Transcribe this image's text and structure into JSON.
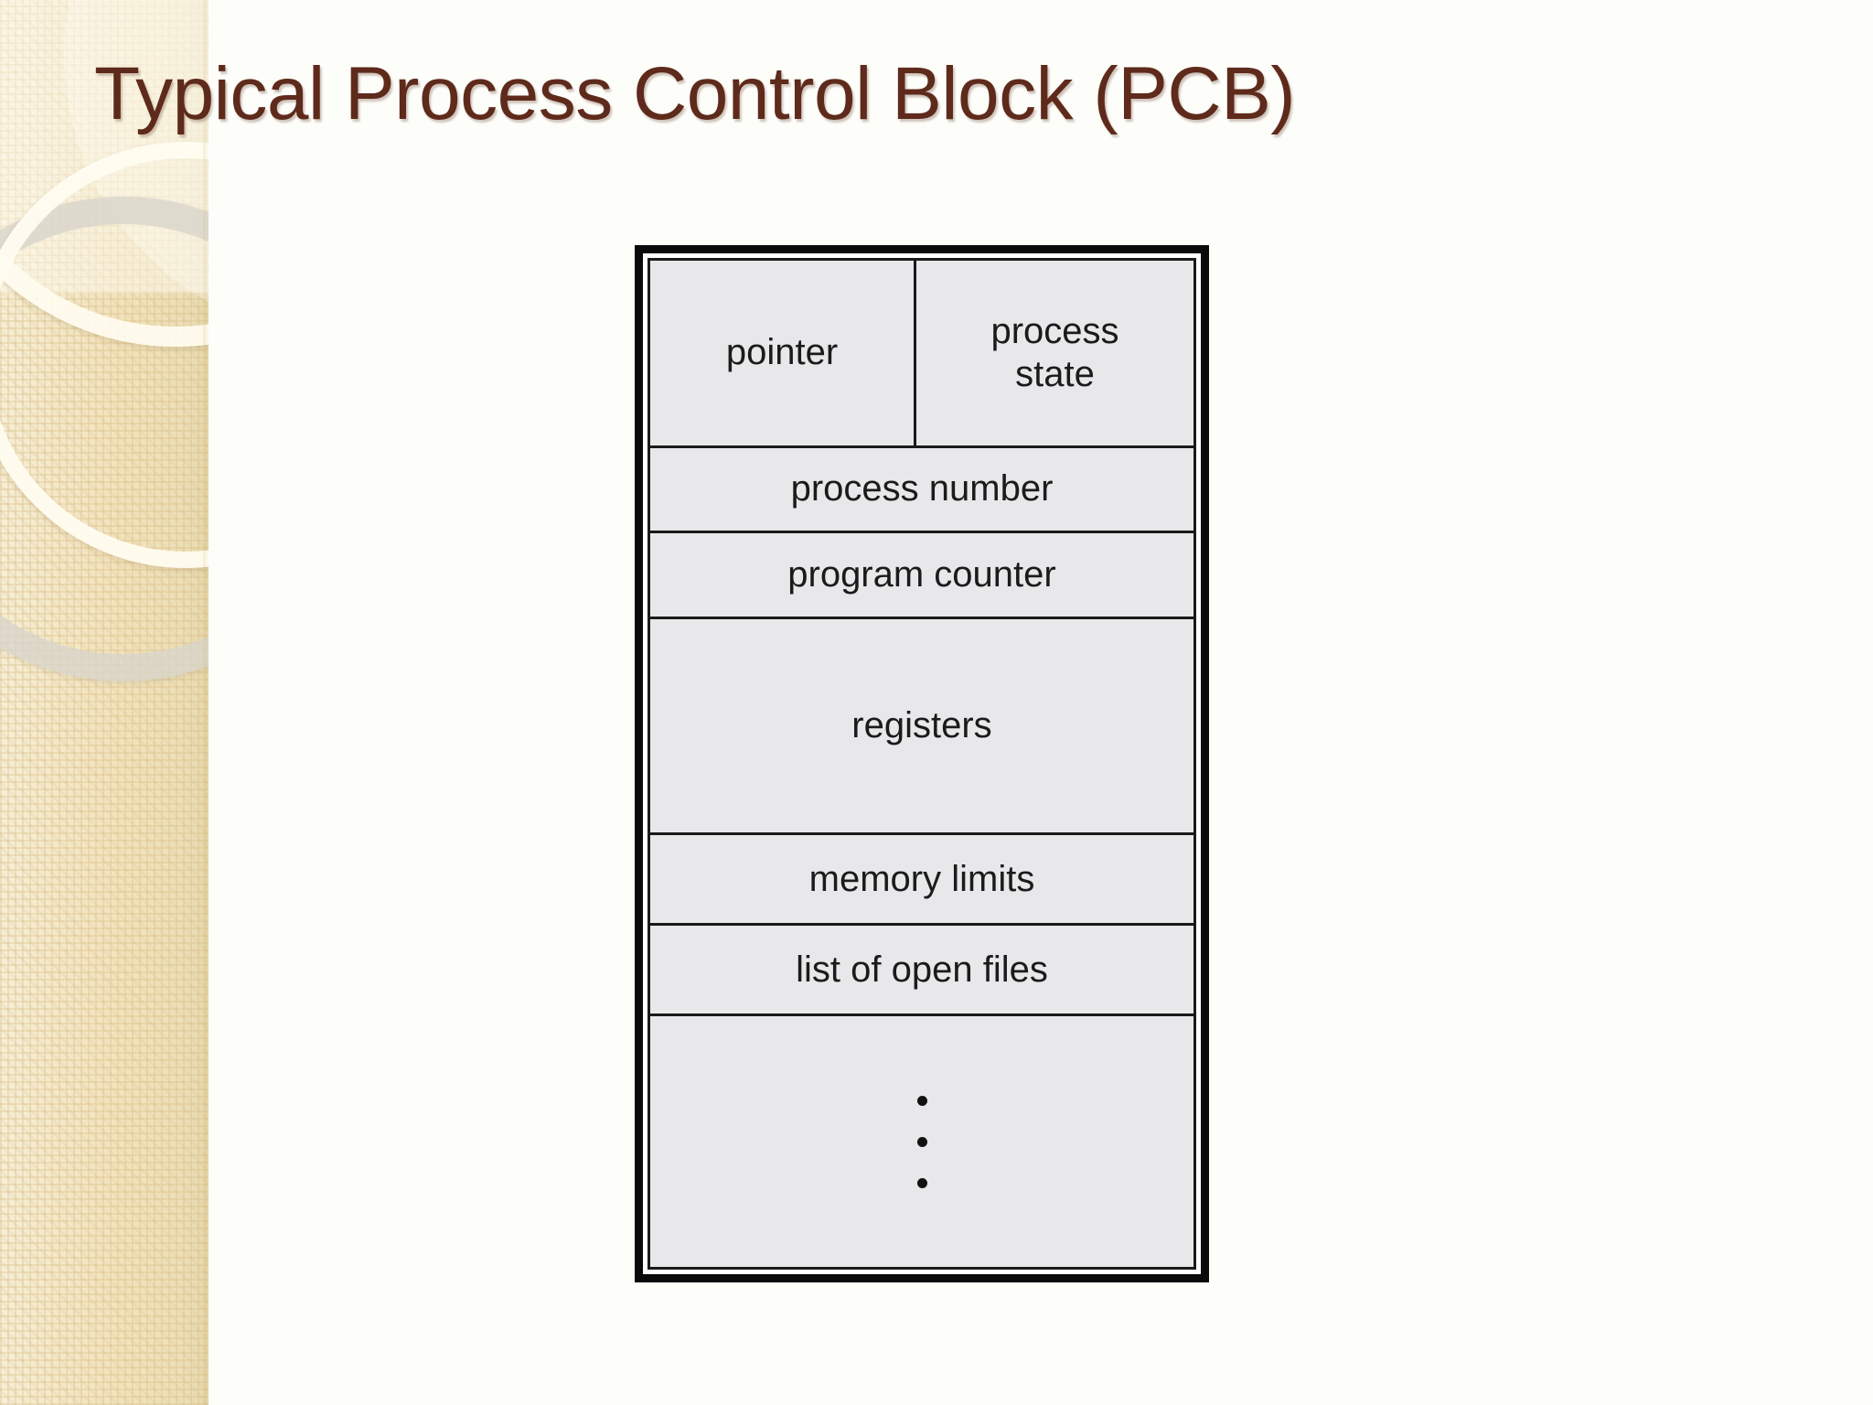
{
  "slide": {
    "title": "Typical Process Control Block (PCB)",
    "title_color": "#5e2a1b",
    "background_color": "#fdfdfa",
    "sidebar_color": "#f1e2bb"
  },
  "diagram": {
    "name": "process-control-block",
    "cell_fill": "#e8e8ea",
    "border_color": "#0a0a0a",
    "rows": [
      {
        "type": "split",
        "left": "pointer",
        "right_line1": "process",
        "right_line2": "state"
      },
      {
        "type": "single",
        "label": "process number"
      },
      {
        "type": "single",
        "label": "program counter"
      },
      {
        "type": "single",
        "label": "registers"
      },
      {
        "type": "single",
        "label": "memory limits"
      },
      {
        "type": "single",
        "label": "list of open files"
      },
      {
        "type": "ellipsis",
        "label": "vertical-ellipsis",
        "dots": 3
      }
    ]
  }
}
